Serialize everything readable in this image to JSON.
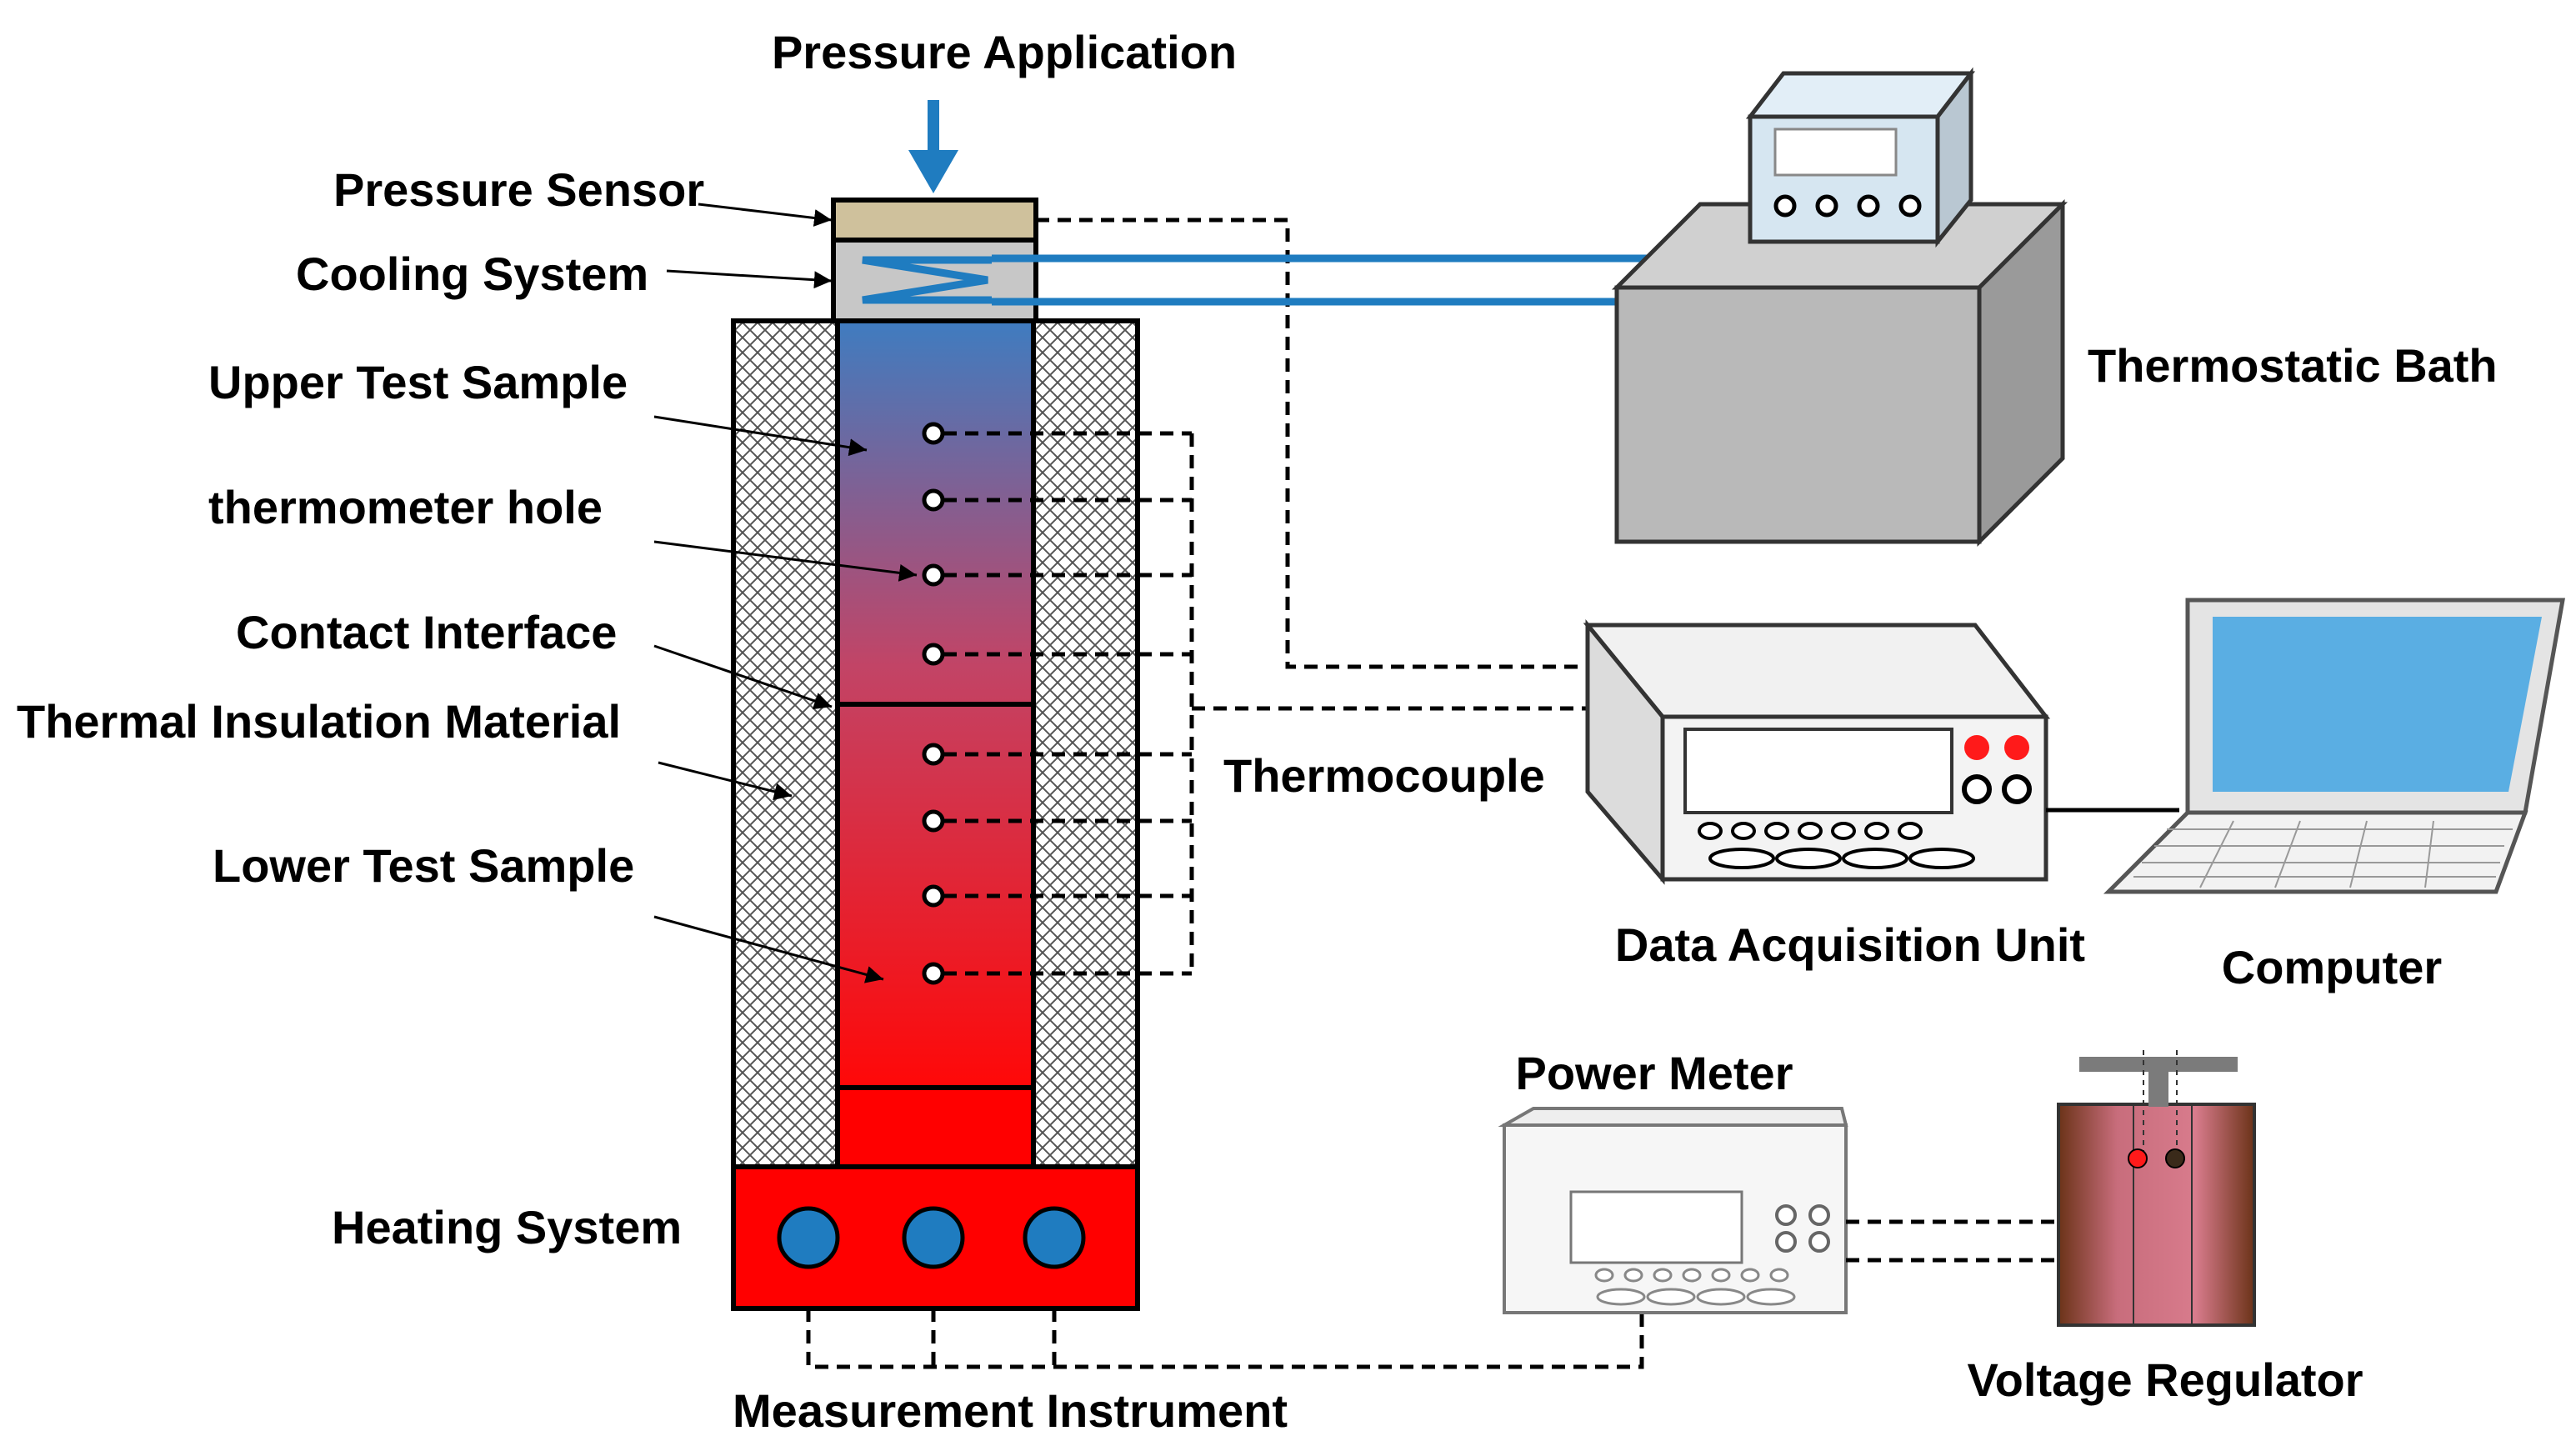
{
  "labels": {
    "pressure_application": "Pressure Application",
    "pressure_sensor": "Pressure Sensor",
    "cooling_system": "Cooling System",
    "upper_test_sample": "Upper Test Sample",
    "thermometer_hole": "thermometer hole",
    "contact_interface": "Contact Interface",
    "thermal_insulation": "Thermal Insulation Material",
    "lower_test_sample": "Lower Test Sample",
    "heating_system": "Heating System",
    "measurement_instrument": "Measurement Instrument",
    "thermostatic_bath": "Thermostatic Bath",
    "thermocouple": "Thermocouple",
    "data_acquisition_unit": "Data Acquisition Unit",
    "computer": "Computer",
    "power_meter": "Power Meter",
    "voltage_regulator": "Voltage Regulator"
  },
  "colors": {
    "sample_top": "#3f7cc0",
    "sample_bottom": "#ff0000",
    "flow_blue": "#1f7cc0",
    "sensor_tan": "#cfc19c",
    "bath_gray": "#b9b9b9",
    "screen_blue": "#5aaee3",
    "regulator_pink": "#d7788c"
  }
}
